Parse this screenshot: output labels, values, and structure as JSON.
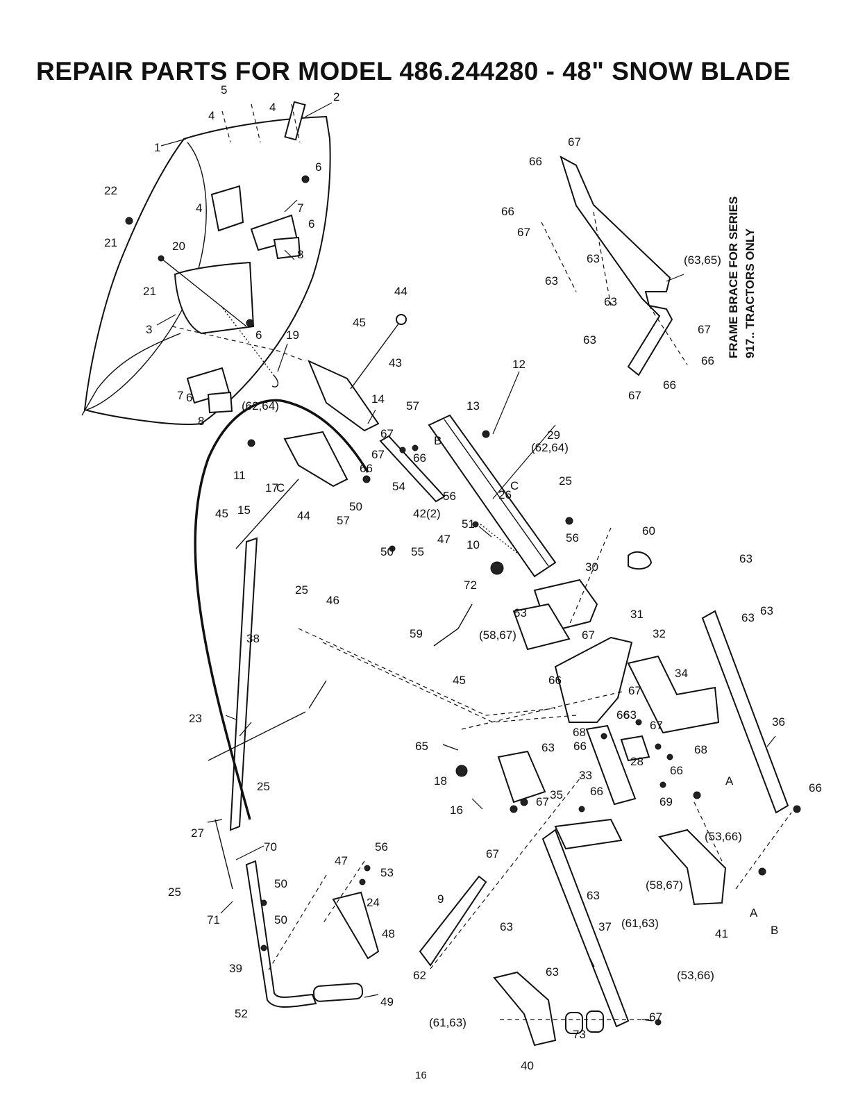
{
  "title": "REPAIR PARTS FOR MODEL 486.244280 - 48\" SNOW BLADE",
  "frame_note": {
    "line1": "FRAME BRACE FOR SERIES",
    "line2": "917.. TRACTORS ONLY"
  },
  "page_number": "16",
  "callouts": [
    {
      "text": "1"
    },
    {
      "text": "2"
    },
    {
      "text": "3"
    },
    {
      "text": "4"
    },
    {
      "text": "4"
    },
    {
      "text": "4"
    },
    {
      "text": "5"
    },
    {
      "text": "6"
    },
    {
      "text": "6"
    },
    {
      "text": "6"
    },
    {
      "text": "6"
    },
    {
      "text": "7"
    },
    {
      "text": "7"
    },
    {
      "text": "8"
    },
    {
      "text": "8"
    },
    {
      "text": "9"
    },
    {
      "text": "10"
    },
    {
      "text": "11"
    },
    {
      "text": "12"
    },
    {
      "text": "13"
    },
    {
      "text": "14"
    },
    {
      "text": "15"
    },
    {
      "text": "16"
    },
    {
      "text": "17"
    },
    {
      "text": "18"
    },
    {
      "text": "19"
    },
    {
      "text": "20"
    },
    {
      "text": "21"
    },
    {
      "text": "21"
    },
    {
      "text": "22"
    },
    {
      "text": "23"
    },
    {
      "text": "24"
    },
    {
      "text": "25"
    },
    {
      "text": "25"
    },
    {
      "text": "25"
    },
    {
      "text": "25"
    },
    {
      "text": "26"
    },
    {
      "text": "27"
    },
    {
      "text": "28"
    },
    {
      "text": "29"
    },
    {
      "text": "30"
    },
    {
      "text": "31"
    },
    {
      "text": "32"
    },
    {
      "text": "33"
    },
    {
      "text": "34"
    },
    {
      "text": "35"
    },
    {
      "text": "36"
    },
    {
      "text": "37"
    },
    {
      "text": "38"
    },
    {
      "text": "39"
    },
    {
      "text": "40"
    },
    {
      "text": "41"
    },
    {
      "text": "42(2)"
    },
    {
      "text": "43"
    },
    {
      "text": "44"
    },
    {
      "text": "44"
    },
    {
      "text": "45"
    },
    {
      "text": "45"
    },
    {
      "text": "45"
    },
    {
      "text": "46"
    },
    {
      "text": "47"
    },
    {
      "text": "47"
    },
    {
      "text": "48"
    },
    {
      "text": "49"
    },
    {
      "text": "50"
    },
    {
      "text": "50"
    },
    {
      "text": "50"
    },
    {
      "text": "50"
    },
    {
      "text": "51"
    },
    {
      "text": "52"
    },
    {
      "text": "53"
    },
    {
      "text": "54"
    },
    {
      "text": "55"
    },
    {
      "text": "56"
    },
    {
      "text": "56"
    },
    {
      "text": "56"
    },
    {
      "text": "57"
    },
    {
      "text": "57"
    },
    {
      "text": "59"
    },
    {
      "text": "60"
    },
    {
      "text": "62"
    },
    {
      "text": "63"
    },
    {
      "text": "63"
    },
    {
      "text": "63"
    },
    {
      "text": "63"
    },
    {
      "text": "63"
    },
    {
      "text": "63"
    },
    {
      "text": "63"
    },
    {
      "text": "63"
    },
    {
      "text": "63"
    },
    {
      "text": "63"
    },
    {
      "text": "63"
    },
    {
      "text": "63"
    },
    {
      "text": "63"
    },
    {
      "text": "65"
    },
    {
      "text": "66"
    },
    {
      "text": "66"
    },
    {
      "text": "66"
    },
    {
      "text": "66"
    },
    {
      "text": "66"
    },
    {
      "text": "66"
    },
    {
      "text": "66"
    },
    {
      "text": "66"
    },
    {
      "text": "66"
    },
    {
      "text": "66"
    },
    {
      "text": "66"
    },
    {
      "text": "66"
    },
    {
      "text": "67"
    },
    {
      "text": "67"
    },
    {
      "text": "67"
    },
    {
      "text": "67"
    },
    {
      "text": "67"
    },
    {
      "text": "67"
    },
    {
      "text": "67"
    },
    {
      "text": "67"
    },
    {
      "text": "67"
    },
    {
      "text": "67"
    },
    {
      "text": "67"
    },
    {
      "text": "67"
    },
    {
      "text": "68"
    },
    {
      "text": "68"
    },
    {
      "text": "69"
    },
    {
      "text": "70"
    },
    {
      "text": "71"
    },
    {
      "text": "72"
    },
    {
      "text": "73"
    },
    {
      "text": "(62,64)"
    },
    {
      "text": "(62,64)"
    },
    {
      "text": "(63,65)"
    },
    {
      "text": "(61,63)"
    },
    {
      "text": "(61,63)"
    },
    {
      "text": "(58,67)"
    },
    {
      "text": "(58,67)"
    },
    {
      "text": "(53,66)"
    },
    {
      "text": "(53,66)"
    },
    {
      "text": "A"
    },
    {
      "text": "A"
    },
    {
      "text": "B"
    },
    {
      "text": "B"
    },
    {
      "text": "C"
    },
    {
      "text": "C"
    }
  ]
}
